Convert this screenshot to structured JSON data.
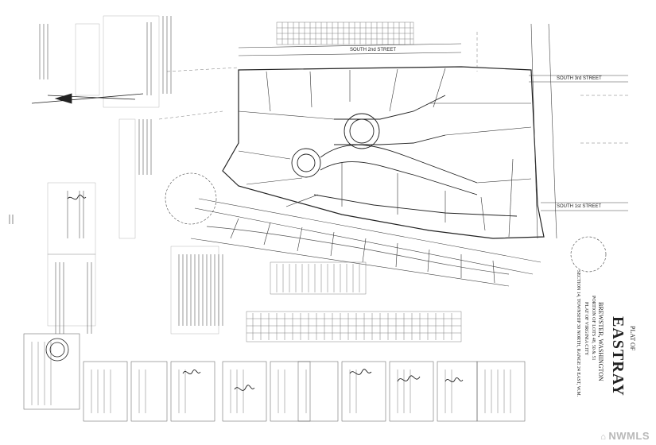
{
  "title": {
    "label": "PLAT OF",
    "name": "EASTRAY",
    "location": "BREWSTER, WASHINGTON",
    "portion": "PORTION OF LOTS 48, 50 & 51",
    "plat_ref": "PLAT OF VIRGINIA CITY",
    "section": "SECTION 14, TOWNSHIP 30 NORTH, RANGE 24 EAST, W.M."
  },
  "streets": {
    "south_3rd": "SOUTH 3rd STREET",
    "south_1st": "SOUTH 1st STREET",
    "south_2nd": "SOUTH 2nd STREET"
  },
  "watermark": {
    "text": "NWMLS",
    "icon": "house-roof-icon"
  },
  "colors": {
    "ink": "#222222",
    "light_ink": "#555555",
    "watermark": "#b8b8b8"
  }
}
